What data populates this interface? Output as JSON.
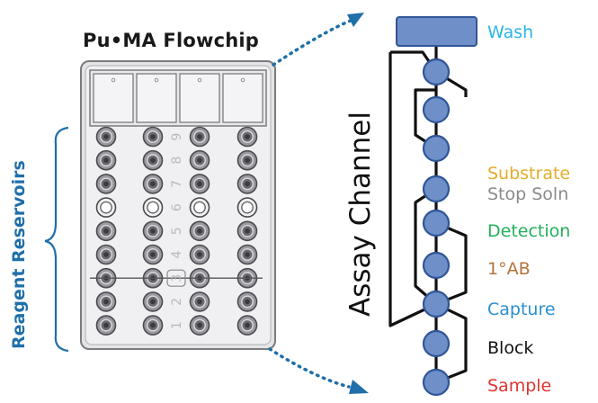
{
  "title": "Pu•MA Flowchip",
  "side_label": "Reagent Reservoirs",
  "channel_label": "Assay Channel",
  "well_numbers": [
    "9",
    "8",
    "7",
    "6",
    "5",
    "4",
    "3",
    "2",
    "1"
  ],
  "reagents": [
    {
      "label": "Wash",
      "color": "#29b5e8"
    },
    {
      "label": "Substrate",
      "color": "#e3ad2b"
    },
    {
      "label": "Stop Soln",
      "color": "#8a8a8a"
    },
    {
      "label": "Detection",
      "color": "#22b05a"
    },
    {
      "label": "1°AB",
      "color": "#b5733a"
    },
    {
      "label": "Capture",
      "color": "#2a8fd0"
    },
    {
      "label": "Block",
      "color": "#111111"
    },
    {
      "label": "Sample",
      "color": "#e0342e"
    }
  ],
  "colors": {
    "accent": "#1f6fa8",
    "node_fill": "#6f8fc9",
    "node_stroke": "#2f5597",
    "arrow": "#1f6fa8"
  }
}
